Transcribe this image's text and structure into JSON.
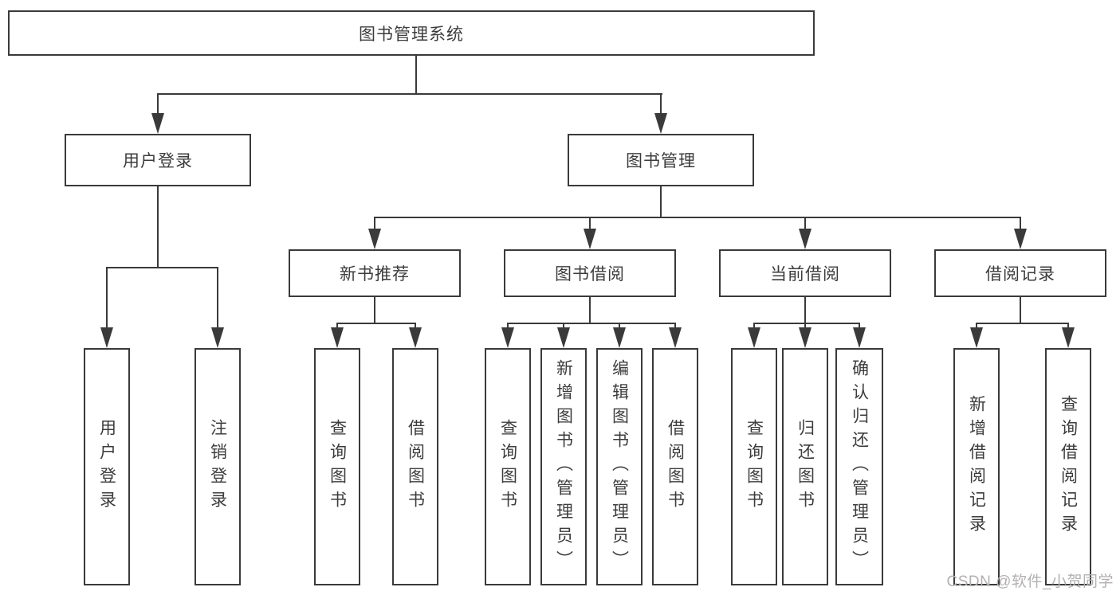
{
  "tree": {
    "root": "图书管理系统",
    "level1": [
      "用户登录",
      "图书管理"
    ],
    "level2": [
      "新书推荐",
      "图书借阅",
      "当前借阅",
      "借阅记录"
    ],
    "leaves_user_login": [
      "用户登录",
      "注销登录"
    ],
    "leaves_new_books": [
      "查询图书",
      "借阅图书"
    ],
    "leaves_book_borrowing": [
      "查询图书",
      "新增图书（管理员）",
      "编辑图书（管理员）",
      "借阅图书"
    ],
    "leaves_current_borrowing": [
      "查询图书",
      "归还图书",
      "确认归还（管理员）"
    ],
    "leaves_borrow_records": [
      "新增借阅记录",
      "查询借阅记录"
    ]
  },
  "watermark": "CSDN @软件_小贺同学",
  "colors": {
    "line": "#3a3a3a",
    "text": "#3c3c3c",
    "watermark": "#b3b0b0",
    "background": "#ffffff"
  }
}
